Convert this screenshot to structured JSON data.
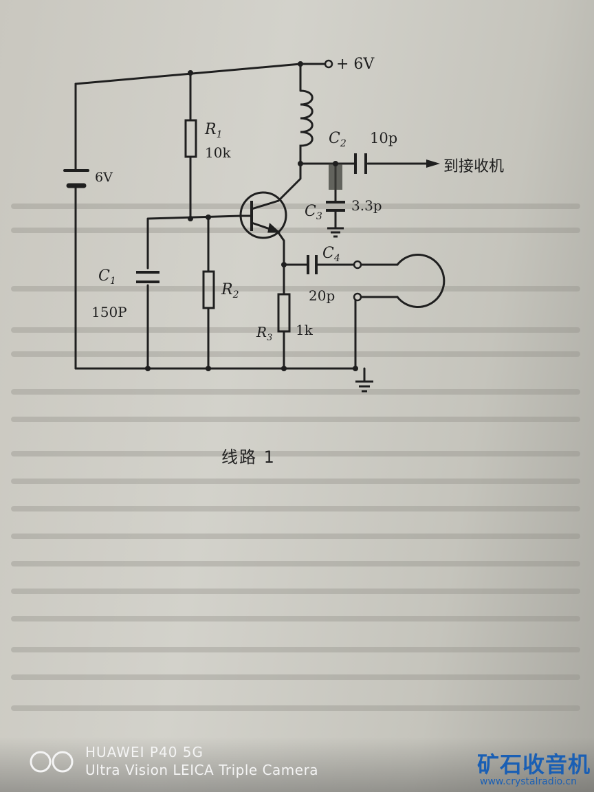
{
  "diagram": {
    "supply_label": "+ 6V",
    "battery_label": "6V",
    "r1": {
      "name": "R",
      "sub": "1",
      "value": "10k"
    },
    "r2": {
      "name": "R",
      "sub": "2"
    },
    "r3": {
      "name": "R",
      "sub": "3",
      "value": "1k"
    },
    "c1": {
      "name": "C",
      "sub": "1",
      "value": "150P"
    },
    "c2": {
      "name": "C",
      "sub": "2",
      "value": "10p"
    },
    "c3": {
      "name": "C",
      "sub": "3",
      "value": "3.3p"
    },
    "c4": {
      "name": "C",
      "sub": "4",
      "value": "20p"
    },
    "output_label": "到接收机",
    "caption": "线路 1"
  },
  "watermark": {
    "camera_model": "HUAWEI P40 5G",
    "camera_desc": "Ultra Vision LEICA Triple Camera",
    "site_name": "矿石收音机",
    "site_url": "www.crystalradio.cn"
  },
  "colors": {
    "ink": "#1f1f1f",
    "paper": "#cfcdc6",
    "site_brand": "#1a5fb4"
  }
}
